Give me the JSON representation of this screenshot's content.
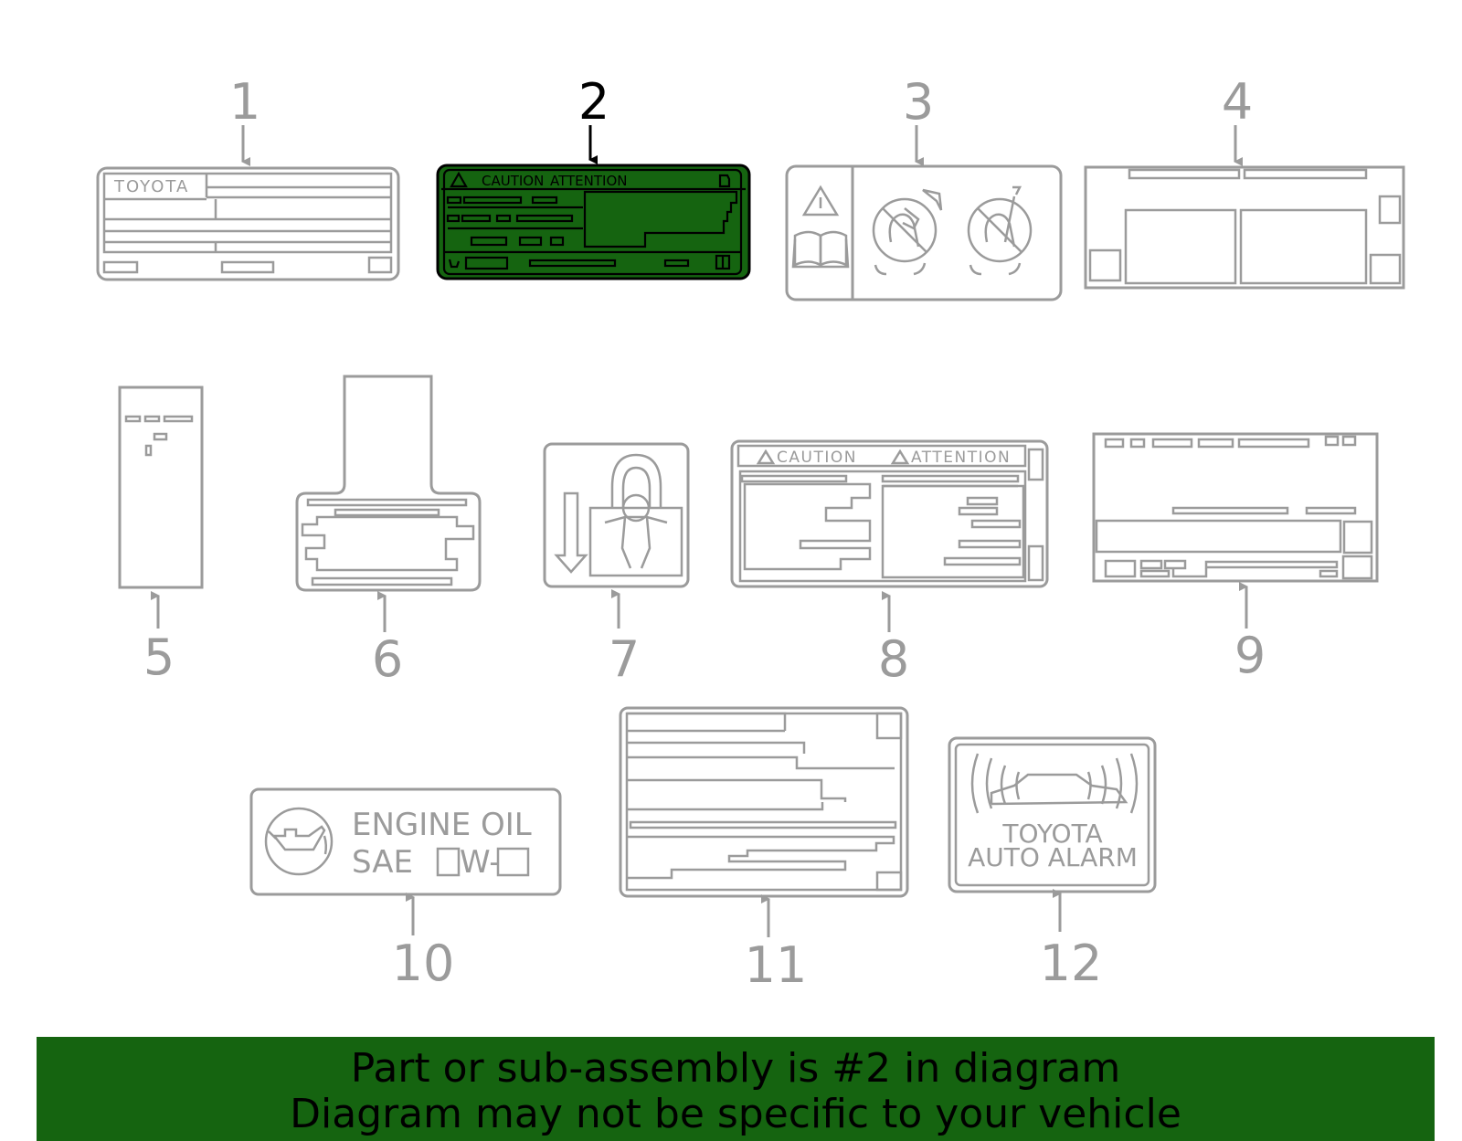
{
  "callouts": [
    "1",
    "2",
    "3",
    "4",
    "5",
    "6",
    "7",
    "8",
    "9",
    "10",
    "11",
    "12"
  ],
  "highlighted_callout": "2",
  "highlight_color": "#156410",
  "outline_color": "#9b9b9b",
  "labels": {
    "p1_brand": "TOYOTA",
    "p2_caution": "CAUTION",
    "p2_attention": "ATTENTION",
    "p8_caution": "CAUTION",
    "p8_attention": "ATTENTION",
    "p10_line1": "ENGINE  OIL",
    "p10_sae": "SAE",
    "p10_w": "W-",
    "p12_line1": "TOYOTA",
    "p12_line2": "AUTO ALARM"
  },
  "icons": [
    "warning-triangle-icon",
    "manual-book-icon",
    "no-hands-seat-icon",
    "no-tool-seat-icon",
    "lock-child-icon",
    "oil-can-icon",
    "car-alarm-icon"
  ],
  "banner": {
    "line1": "Part or sub-assembly is #2 in diagram",
    "line2": "Diagram may not be specific to your vehicle"
  }
}
